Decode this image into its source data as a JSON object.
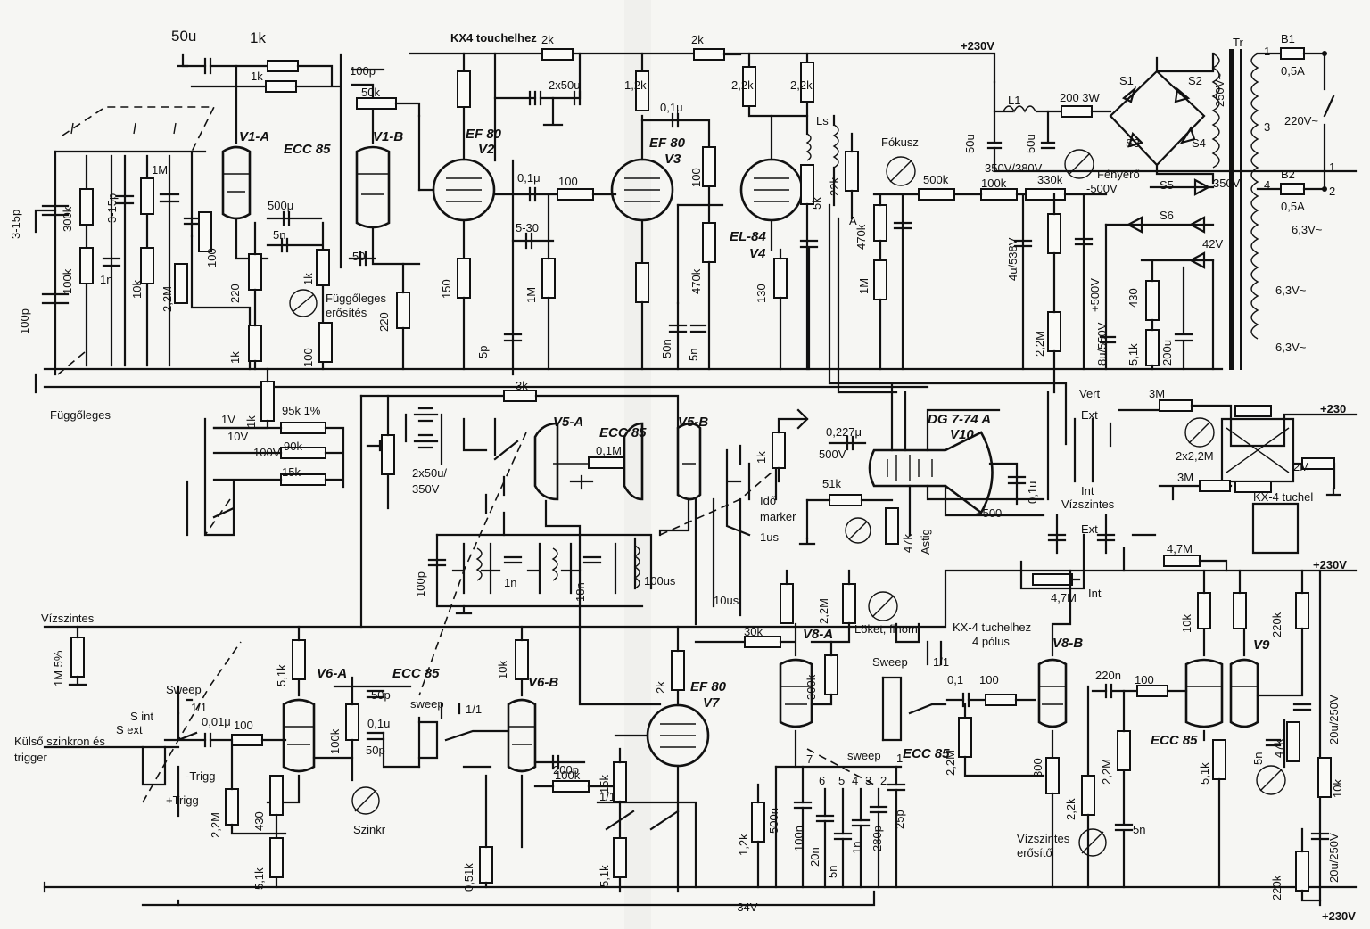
{
  "labels": {
    "t_50u": "50u",
    "t_1k_top": "1k",
    "t_kx4": "KX4 touchelhez",
    "t_plus230": "+230V",
    "t_1k_b": "1k",
    "t_100p_c3": "100p",
    "t_50k": "50k",
    "t_2k_a": "2k",
    "t_2k_b": "2k",
    "t_2x50": "2x50u",
    "t_12k": "1,2k",
    "t_01u": "0,1μ",
    "t_22k": "2,2k",
    "t_22k2": "2,2k",
    "t_v1a": "V1-A",
    "t_ecc85_1": "ECC 85",
    "t_v1b": "V1-B",
    "t_ef80_v2": "EF 80",
    "t_v2": "V2",
    "t_ef80_v3": "EF 80",
    "t_v3": "V3",
    "t_el84": "EL-84",
    "t_v4": "V4",
    "t_3_15p_a": "3-15p",
    "t_3_15p_b": "3-15p",
    "t_300k": "300k",
    "t_100k": "100k",
    "t_1n": "1n",
    "t_1m": "1M",
    "t_10k": "10k",
    "t_22m": "2,2M",
    "t_100": "100",
    "t_220": "220",
    "t_1k_c": "1k",
    "t_5n": "5n",
    "t_500u": "500μ",
    "t_1k_p": "1k",
    "t_100_b": "100",
    "t_220_b": "220",
    "t_50": "50",
    "t_150": "150",
    "t_1m_b": "1M",
    "t_5p": "5p",
    "t_5_30": "5-30",
    "t_100_c": "100",
    "t_01u_b": "0,1μ",
    "t_100_d": "100",
    "t_470k": "470k",
    "t_130": "130",
    "t_50n": "50n",
    "t_5n_b": "5n",
    "t_5k": "5k",
    "t_22k_b": "22k",
    "t_fokusz": "Fókusz",
    "t_500k": "500k",
    "t_100k_b": "100k",
    "t_330k": "330k",
    "t_50u_b": "50u",
    "t_50u_c": "50u",
    "t_350v": "350V/380V",
    "t_fenyero": "Fényerő",
    "t_m500": "-500V",
    "t_470k_b": "470k",
    "t_1m_c": "1M",
    "t_4u": "4u/538V",
    "t_500": "+500V",
    "t_22m_b": "2,2M",
    "t_8u": "8u/550V",
    "t_430": "430",
    "t_51k": "5,1k",
    "t_200u": "200u",
    "t_200_3w": "200 3W",
    "t_250v": "250V~",
    "t_220v": "220V~",
    "t_05a": "0,5A",
    "t_05a_b": "0,5A",
    "t_350v_b": "350V",
    "t_63v": "6,3V~",
    "t_63v_b": "6,3V~",
    "t_63v_c": "6,3V~",
    "t_42v": "42V",
    "t_100p": "100p",
    "t_fuggoleges": "Függőleges",
    "t_fugg_erosites": "Függőleges",
    "t_erosites": "erősítés",
    "t_95k": "95k 1%",
    "t_90k": "90k",
    "t_15k": "15k",
    "t_1v": "1V",
    "t_10v": "10V",
    "t_100v": "100V",
    "t_2x50_b": "2x50u/",
    "t_350v_c": "350V",
    "t_3k": "3k",
    "t_v5a": "V5-A",
    "t_ecc85_v5": "ECC 85",
    "t_v5b": "V5-B",
    "t_01m": "0,1M",
    "t_1k_d": "1k",
    "t_0227u": "0,227μ",
    "t_500v": "500V",
    "t_dg7": "DG 7-74 A",
    "t_v10": "V10",
    "t_51k_b": "51k",
    "t_47k": "47k",
    "t_astig": "Astig",
    "t_p500": "+500",
    "t_ido": "Idő",
    "t_marker": "marker",
    "t_1us": "1us",
    "t_10us": "10us",
    "t_100us": "100us",
    "t_100p_b": "100p",
    "t_1n_b": "1n",
    "t_18n": "18n",
    "t_vert": "Vert",
    "t_ext": "Ext",
    "t_int": "Int",
    "t_3m": "3M",
    "t_3m_b": "3M",
    "t_2x22m": "2x2,2M",
    "t_2m": "2M",
    "t_p230_b": "+230",
    "t_kx4_tuchel": "KX-4 tuchel",
    "t_01u_c": "0,1u",
    "t_vizszintes_top": "Vízszintes",
    "t_ext_b": "Ext",
    "t_int_b": "Int",
    "t_47m": "4,7M",
    "t_47m_b": "4,7M",
    "t_p230v_c": "+230V",
    "t_vizszintes_l": "Vízszintes",
    "t_1m_5": "1M 5%",
    "t_51k_c": "5,1k",
    "t_v6a": "V6-A",
    "t_ecc85_v6": "ECC 85",
    "t_v6b": "V6-B",
    "t_10k_b": "10k",
    "t_2k_c": "2k",
    "t_ef80_v7": "EF 80",
    "t_v7": "V7",
    "t_30k": "30k",
    "t_22m_c": "2,2M",
    "t_lok": "Löket, finom",
    "t_kx4_tuchel_b": "KX-4 tuchelhez",
    "t_4pol": "4 pólus",
    "t_v8a": "V8-A",
    "t_v8b": "V8-B",
    "t_300k_b": "300k",
    "t_sweep": "Sweep",
    "t_11": "1/1",
    "t_01": "0,1",
    "t_100_e": "100",
    "t_ecc85_v8": "ECC 85",
    "t_22m_d": "2,2M",
    "t_300": "300",
    "t_22k_c": "2,2k",
    "t_220n": "220n",
    "t_100_f": "100",
    "t_v9": "V9",
    "t_ecc85_v9": "ECC 85",
    "t_22m_e": "2,2M",
    "t_51k_d": "5,1k",
    "t_5n_c": "5n",
    "t_5n_d": "5n",
    "t_47k_b": "47k",
    "t_10k_c": "10k",
    "t_10k_d": "10k",
    "t_220k": "220k",
    "t_220k_b": "220k",
    "t_20u": "20u/250V",
    "t_20u_b": "20u/250V",
    "t_p230v_d": "+230V",
    "t_vizsz_erosito": "Vízszintes",
    "t_erosito": "erősítő",
    "t_sweep_b": "Sweep",
    "t_sint": "S int",
    "t_sext": "S ext",
    "t_11_b": "1/1",
    "t_001": "0,01μ",
    "t_100_g": "100",
    "t_50p": "50p",
    "t_01u_d": "0,1u",
    "t_50p_b": "50p",
    "t_sweep_c": "sweep",
    "t_11_c": "1/1",
    "t_100k_c": "100k",
    "t_m_trigg": "-Trigg",
    "t_p_trigg": "+Trigg",
    "t_kulso": "Külső szinkron és",
    "t_trigger": "trigger",
    "t_22m_f": "2,2M",
    "t_430_b": "430",
    "t_51k_e": "5,1k",
    "t_szinkr": "Szinkr",
    "t_051k": "0,51k",
    "t_200p": "200p",
    "t_100k_d": "100k",
    "t_15k_b": "15k",
    "t_51k_f": "5,1k",
    "t_11_d": "1/1",
    "t_12k_b": "1,2k",
    "t_500n": "500n",
    "t_100n": "100n",
    "t_20n": "20n",
    "t_5n_e": "5n",
    "t_1n_c": "1n",
    "t_280p": "280p",
    "t_25p": "25p",
    "t_sweep_d": "sweep",
    "t_m34v": "-34V",
    "t_7": "7",
    "t_6": "6",
    "t_5": "5",
    "t_4": "4",
    "t_3": "3",
    "t_2": "2",
    "t_1": "1",
    "t_a": "A",
    "t_s1": "S1",
    "t_s2": "S2",
    "t_s3": "S3",
    "t_s4": "S4",
    "t_s5": "S5",
    "t_s6": "S6",
    "t_tr": "Tr",
    "t_b1": "B1",
    "t_b2": "B2",
    "t_l1": "L1",
    "t_ls": "Ls"
  }
}
